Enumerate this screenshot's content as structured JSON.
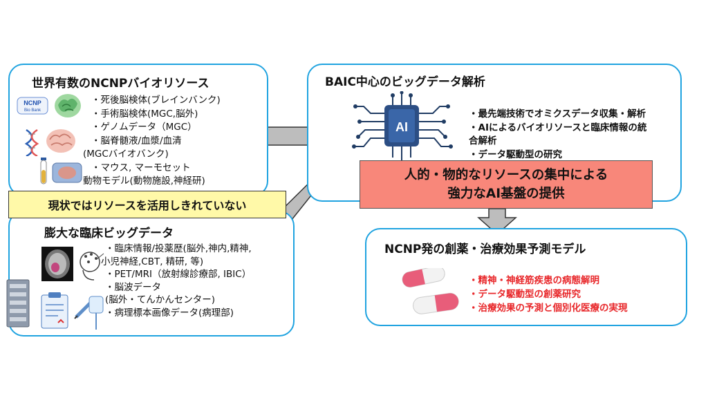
{
  "panels": {
    "biobank": {
      "title": "世界有数のNCNPバイオリソース",
      "lines": [
        "・死後脳検体(ブレインバンク)",
        "・手術脳検体(MGC,脳外)",
        "・ゲノムデータ（MGC）",
        "・脳脊髄液/血漿/血清",
        "(MGCバイオバンク)",
        "・マウス, マーモセット",
        "動物モデル(動物施設,神経研)"
      ],
      "logo_line1": "NCNP",
      "logo_line2": "Bio Bank"
    },
    "clinical": {
      "title": "膨大な臨床ビッグデータ",
      "lines": [
        "・臨床情報/投薬歴(脳外,神内,精神,",
        "小児神経,CBT, 精研, 等)",
        "・PET/MRI（放射線診療部, IBIC）",
        "・脳波データ",
        "(脳外・てんかんセンター)",
        "・病理標本画像データ(病理部)"
      ]
    },
    "analysis": {
      "title": "BAIC中心のビッグデータ解析",
      "lines": [
        "・最先端技術でオミクスデータ収集・解析",
        "・AIによるバイオリソースと臨床情報の統",
        "合解析",
        "・データ駆動型の研究"
      ],
      "ai_label": "AI"
    },
    "model": {
      "title": "NCNP発の創薬・治療効果予測モデル",
      "lines": [
        "・精神・神経筋疾患の病態解明",
        "・データ駆動型の創薬研究",
        "・治療効果の予測と個別化医療の実現"
      ]
    }
  },
  "banners": {
    "underused": "現状ではリソースを活用しきれていない",
    "platform_line1": "人的・物的なリソースの集中による",
    "platform_line2": "強力なAI基盤の提供"
  },
  "colors": {
    "panel_border": "#1fa3e0",
    "banner_yellow": "#fff9a8",
    "banner_red": "#f8877a",
    "arrow_gray": "#bdbdbd",
    "highlight_red": "#e8272a"
  }
}
